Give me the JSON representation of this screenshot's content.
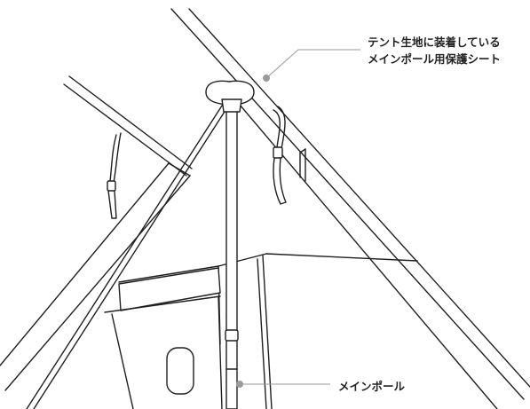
{
  "labels": {
    "protector_line1": "テント生地に装着している",
    "protector_line2": "メインポール用保護シート",
    "main_pole": "メインポール"
  },
  "colors": {
    "line": "#1f1f1f",
    "leader": "#9a9a9a",
    "background": "#ffffff",
    "text": "#222222"
  }
}
